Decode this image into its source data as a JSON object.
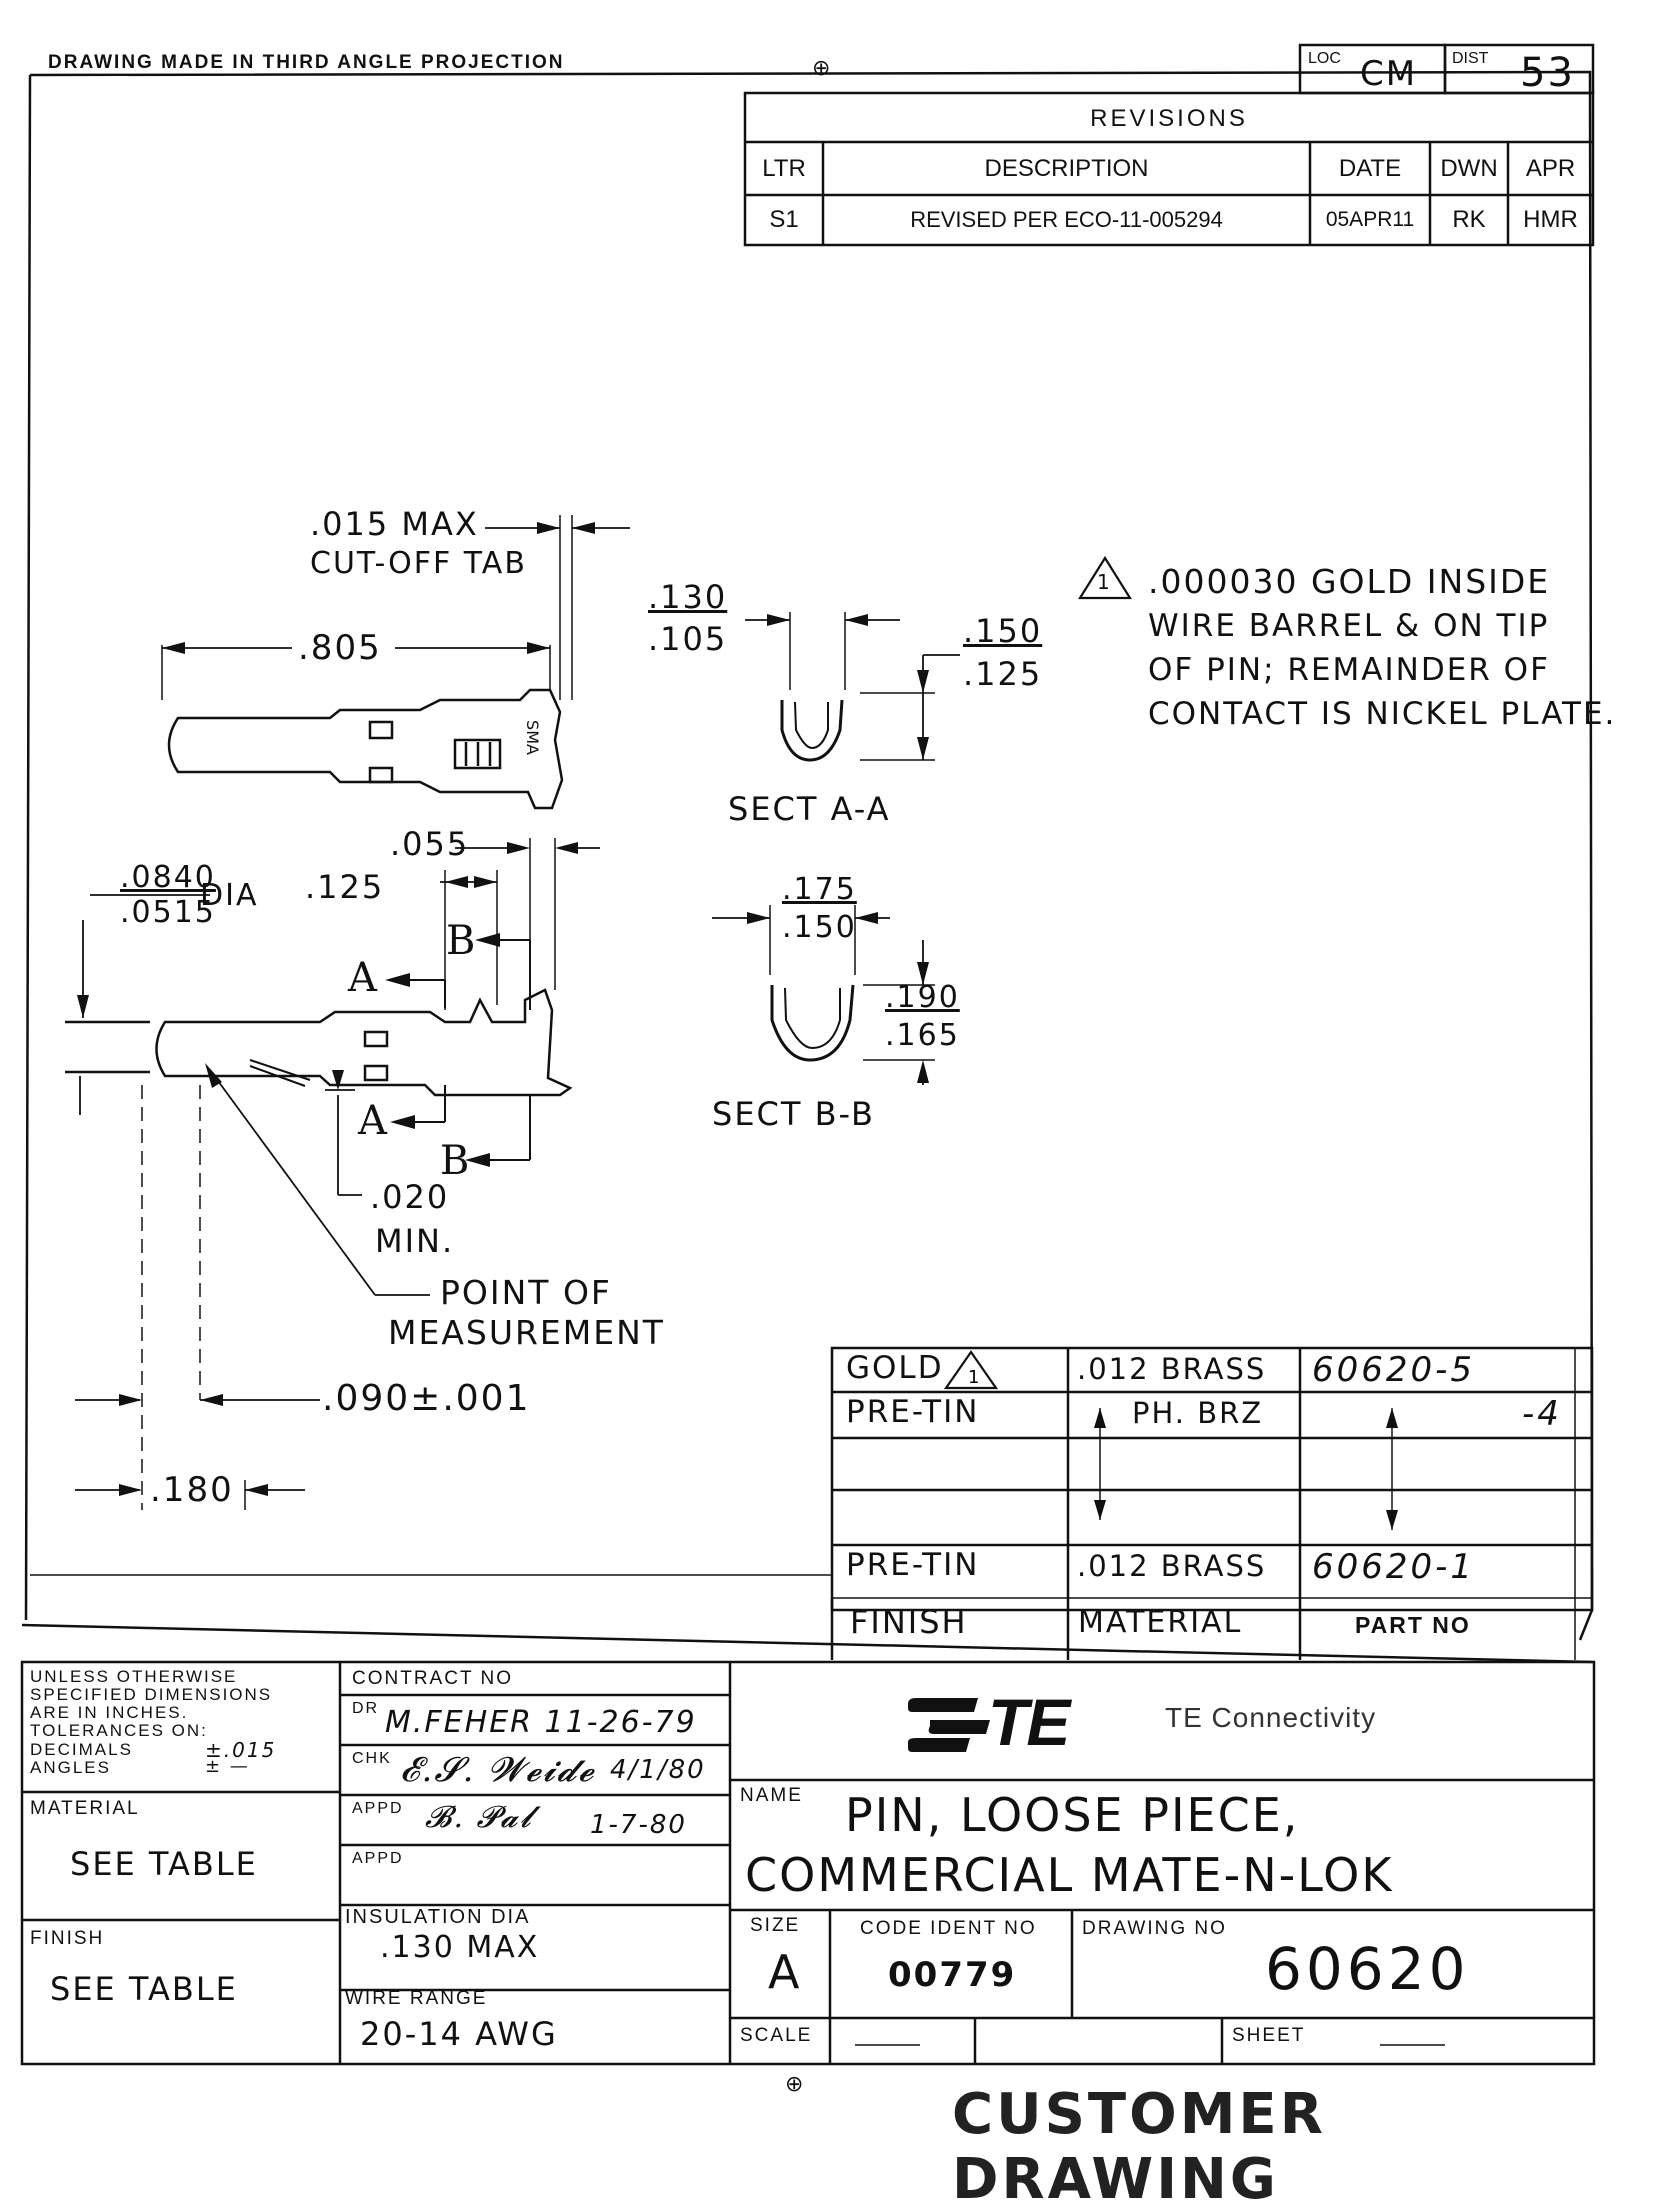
{
  "header": {
    "projection_note": "DRAWING MADE IN THIRD ANGLE PROJECTION",
    "loc_label": "LOC",
    "loc_value": "CM",
    "dist_label": "DIST",
    "dist_value": "53"
  },
  "revisions": {
    "title": "REVISIONS",
    "columns": [
      "LTR",
      "DESCRIPTION",
      "DATE",
      "DWN",
      "APR"
    ],
    "rows": [
      {
        "ltr": "S1",
        "description": "REVISED PER ECO-11-005294",
        "date": "05APR11",
        "dwn": "RK",
        "apr": "HMR"
      }
    ]
  },
  "note": {
    "marker": "1",
    "lines": [
      ".000030 GOLD INSIDE",
      "WIRE BARREL & ON TIP",
      "OF PIN; REMAINDER OF",
      "CONTACT IS NICKEL PLATE."
    ]
  },
  "dimensions": {
    "cutoff_top": ".015 MAX",
    "cutoff_bottom": "CUT-OFF TAB",
    "overall_length": ".805",
    "dim_055": ".055",
    "dia_top": ".0840",
    "dia_bottom": ".0515",
    "dia_suffix": "DIA",
    "dim_125": ".125",
    "sect_a_width_top": ".130",
    "sect_a_width_bottom": ".105",
    "sect_a_height_top": ".150",
    "sect_a_height_bottom": ".125",
    "sect_a_label": "SECT A-A",
    "sect_b_width_top": ".175",
    "sect_b_width_bottom": ".150",
    "sect_b_height_top": ".190",
    "sect_b_height_bottom": ".165",
    "sect_b_label": "SECT B-B",
    "min_dim_value": ".020",
    "min_dim_label": "MIN.",
    "point_line1": "POINT OF",
    "point_line2": "MEASUREMENT",
    "tol_dim": ".090±.001",
    "dim_180": ".180",
    "marker_a": "A",
    "marker_b": "B"
  },
  "parts_table": {
    "rows": [
      {
        "finish": "GOLD",
        "material": ".012 BRASS",
        "part": "60620-5",
        "warn": true
      },
      {
        "finish": "PRE-TIN",
        "material": "PH. BRZ",
        "part": "-4",
        "warn": false
      },
      {
        "finish": "",
        "material": "",
        "part": "",
        "warn": false
      },
      {
        "finish": "",
        "material": "",
        "part": "",
        "warn": false
      },
      {
        "finish": "PRE-TIN",
        "material": ".012 BRASS",
        "part": "60620-1",
        "warn": false
      }
    ],
    "headers": {
      "finish": "FINISH",
      "material": "MATERIAL",
      "part": "PART NO"
    }
  },
  "title_block": {
    "tolerance_lines": [
      "UNLESS OTHERWISE",
      "SPECIFIED DIMENSIONS",
      "ARE IN INCHES.",
      "TOLERANCES ON:"
    ],
    "decimals_label": "DECIMALS",
    "decimals_value": "±.015",
    "angles_label": "ANGLES",
    "angles_value": "± —",
    "material_label": "MATERIAL",
    "material_value": "SEE TABLE",
    "finish_label": "FINISH",
    "finish_value": "SEE TABLE",
    "contract_label": "CONTRACT NO",
    "dr_label": "DR",
    "dr_value": "M.FEHER  11-26-79",
    "chk_label": "CHK",
    "chk_value": "4/1/80",
    "appd1_label": "APPD",
    "appd1_value": "1-7-80",
    "appd2_label": "APPD",
    "insulation_label": "INSULATION DIA",
    "insulation_value": ".130 MAX",
    "wire_label": "WIRE RANGE",
    "wire_value": "20-14 AWG",
    "company_logo": "TE",
    "company_name": "TE Connectivity",
    "name_label": "NAME",
    "name_line1": "PIN, LOOSE PIECE,",
    "name_line2": "COMMERCIAL  MATE-N-LOK",
    "size_label": "SIZE",
    "size_value": "A",
    "code_ident_label": "CODE IDENT NO",
    "code_ident_value": "00779",
    "drawing_no_label": "DRAWING NO",
    "drawing_no_value": "60620",
    "scale_label": "SCALE",
    "sheet_label": "SHEET"
  },
  "footer": {
    "stamp": "CUSTOMER DRAWING"
  }
}
